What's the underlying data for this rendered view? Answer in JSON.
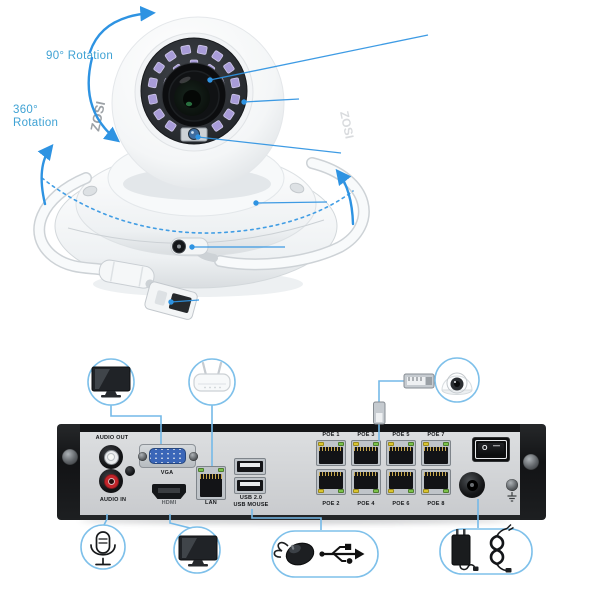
{
  "annotations": {
    "rotation_90": "90° Rotation",
    "rotation_360_line1": "360°",
    "rotation_360_line2": "Rotation"
  },
  "camera": {
    "brand": "ZOSI"
  },
  "nvr": {
    "labels": {
      "audio_out": "AUDIO OUT",
      "audio_in": "AUDIO IN",
      "vga": "VGA",
      "hdmi": "HDMI",
      "lan": "LAN",
      "usb_line1": "USB 2.0",
      "usb_line2": "USB MOUSE"
    },
    "poe_top": [
      "POE 1",
      "POE 3",
      "POE 5",
      "POE 7"
    ],
    "poe_bottom": [
      "POE 2",
      "POE 4",
      "POE 6",
      "POE 8"
    ],
    "power_switch": {
      "off_glyph": "O",
      "on_glyph": "—"
    }
  },
  "icons": {
    "top": [
      "vga-monitor",
      "wifi-router",
      "poe-ethernet-cable",
      "dome-camera"
    ],
    "bottom": [
      "microphone",
      "hdmi-monitor",
      "usb-mouse-and-usb",
      "power-adapter"
    ]
  },
  "colors": {
    "accent_blue": "#2e93e2",
    "connector_blue": "#74b9e8",
    "label_blue": "#3fa2d4",
    "vga_blue": "#3a66b8",
    "rca_red": "#c3242a",
    "led_yellow": "#d9c430",
    "led_green": "#7cc24a"
  }
}
